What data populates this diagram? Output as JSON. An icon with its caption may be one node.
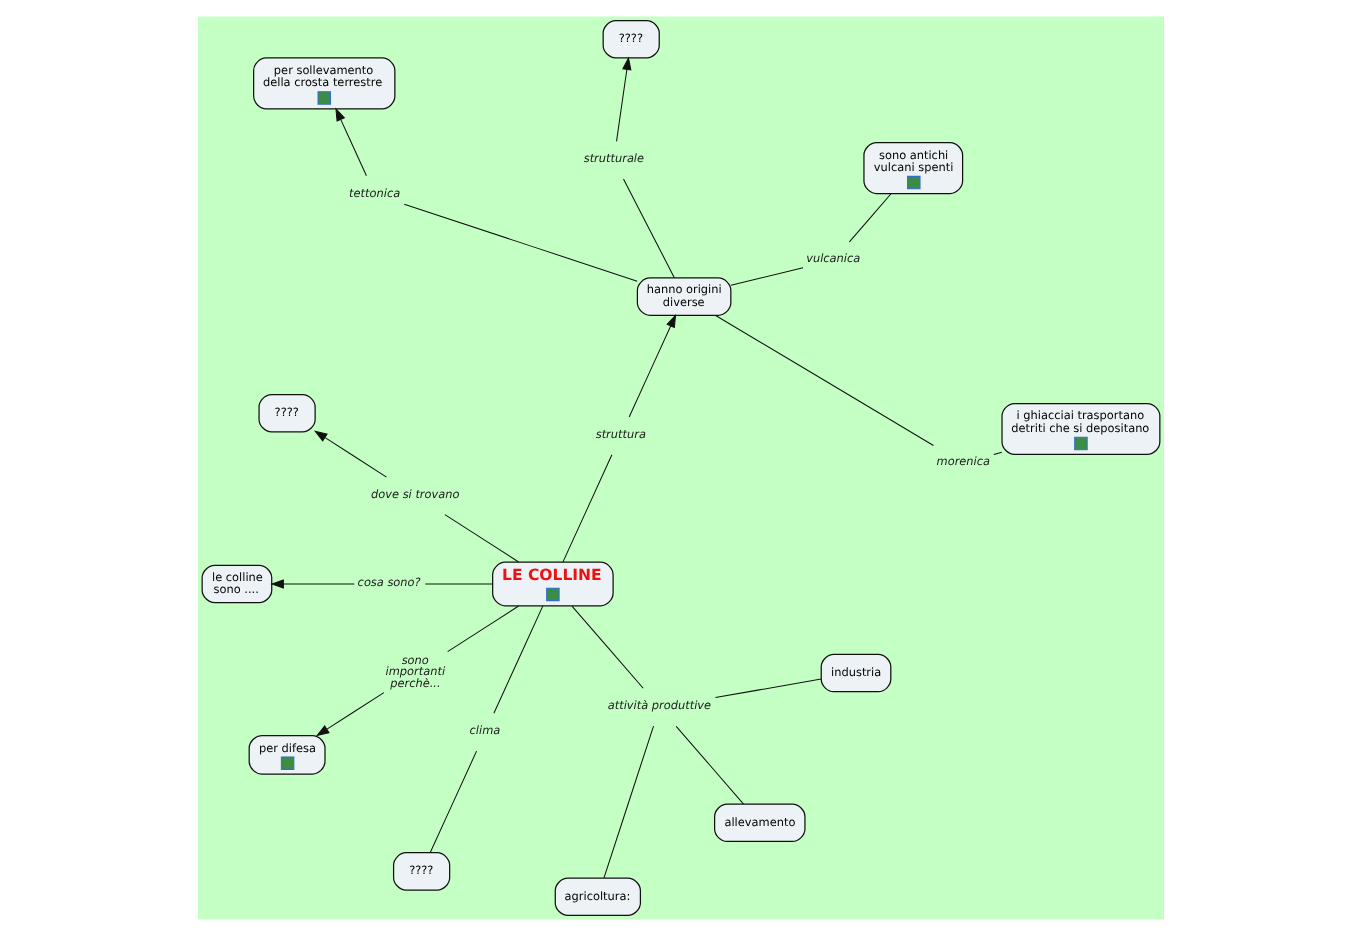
{
  "diagram": {
    "nodes": [
      {
        "text": [
          "per sollevamento della crosta terrestre"
        ]
      },
      {
        "text": [
          "????"
        ]
      },
      {
        "text": [
          "????"
        ]
      },
      {
        "text": [
          "le colline sono ...."
        ]
      },
      {
        "text": [
          "tettonica"
        ]
      },
      {
        "text": [
          "strutturale"
        ]
      },
      {
        "text": [
          "dove si trovano"
        ]
      },
      {
        "text": [
          "hanno origini diverse"
        ]
      },
      {
        "text": [
          "cosa sono?"
        ]
      },
      {
        "text": [
          "struttura"
        ]
      },
      {
        "text": [
          "vulcanica"
        ]
      },
      {
        "text": [
          "sono importanti perchè..."
        ]
      },
      {
        "text": [
          "per difesa"
        ]
      },
      {
        "text": [
          "LE COLLINE"
        ]
      },
      {
        "text": [
          "sono antichi vulcani spenti"
        ]
      },
      {
        "text": [
          "morenica"
        ]
      },
      {
        "text": [
          "attività produttive"
        ]
      },
      {
        "text": [
          "clima"
        ]
      },
      {
        "text": [
          "i ghiacciai trasportano detriti che si depositano"
        ]
      },
      {
        "text": [
          "????"
        ]
      },
      {
        "text": [
          "allevamento"
        ]
      },
      {
        "text": [
          "industria"
        ]
      },
      {
        "text": [
          "agricoltura:"
        ]
      }
    ],
    "edges": [
      {
        "from": 13,
        "to": 8,
        "arrow": "none"
      },
      {
        "from": 8,
        "to": 3,
        "arrow": "to"
      },
      {
        "from": 13,
        "to": 6,
        "arrow": "none"
      },
      {
        "from": 6,
        "to": 1,
        "arrow": "to"
      },
      {
        "from": 13,
        "to": 9,
        "arrow": "none"
      },
      {
        "from": 9,
        "to": 7,
        "arrow": "to"
      },
      {
        "from": 13,
        "to": 11,
        "arrow": "none"
      },
      {
        "from": 11,
        "to": 12,
        "arrow": "to"
      },
      {
        "from": 13,
        "to": 17,
        "arrow": "none"
      },
      {
        "from": 17,
        "to": 19,
        "arrow": "none"
      },
      {
        "from": 13,
        "to": 16,
        "arrow": "none"
      },
      {
        "from": 16,
        "to": 22,
        "arrow": "none"
      },
      {
        "from": 16,
        "to": 20,
        "arrow": "none"
      },
      {
        "from": 16,
        "to": 21,
        "arrow": "none"
      },
      {
        "from": 7,
        "to": 4,
        "arrow": "none"
      },
      {
        "from": 4,
        "to": 0,
        "arrow": "to"
      },
      {
        "from": 7,
        "to": 5,
        "arrow": "none"
      },
      {
        "from": 5,
        "to": 2,
        "arrow": "to"
      },
      {
        "from": 7,
        "to": 10,
        "arrow": "none"
      },
      {
        "from": 10,
        "to": 14,
        "arrow": "none"
      },
      {
        "from": 7,
        "to": 15,
        "arrow": "none"
      },
      {
        "from": 15,
        "to": 18,
        "arrow": "none"
      }
    ]
  }
}
